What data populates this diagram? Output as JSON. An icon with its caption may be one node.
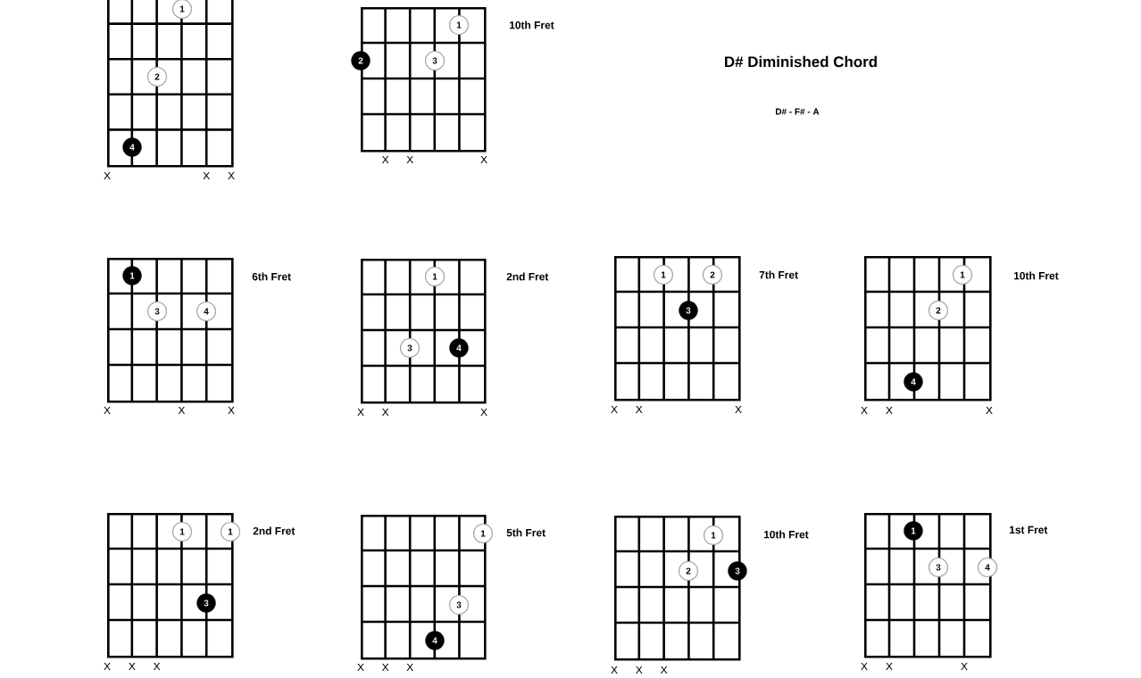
{
  "diagram": {
    "title": "D# Diminished Chord",
    "nodes": [
      {
        "text": [],
        "shape": "grid",
        "beside": [
          "X",
          "X",
          "X"
        ]
      },
      {
        "text": [
          "1"
        ],
        "in": 0
      },
      {
        "text": [
          "2"
        ],
        "in": 0
      },
      {
        "text": [
          "4"
        ],
        "in": 0
      },
      {
        "text": [],
        "shape": "grid",
        "beside": [
          "10th Fret",
          "X",
          "X",
          "X"
        ]
      },
      {
        "text": [
          "1"
        ],
        "in": 4
      },
      {
        "text": [
          "2"
        ],
        "in": 4
      },
      {
        "text": [
          "3"
        ],
        "in": 4
      },
      {
        "text": [],
        "shape": "grid",
        "beside": [
          "6th Fret",
          "X",
          "X",
          "X"
        ]
      },
      {
        "text": [
          "1"
        ],
        "in": 8
      },
      {
        "text": [
          "3"
        ],
        "in": 8
      },
      {
        "text": [
          "4"
        ],
        "in": 8
      },
      {
        "text": [],
        "shape": "grid",
        "beside": [
          "2nd Fret",
          "X",
          "X",
          "X"
        ]
      },
      {
        "text": [
          "1"
        ],
        "in": 12
      },
      {
        "text": [
          "3"
        ],
        "in": 12
      },
      {
        "text": [
          "4"
        ],
        "in": 12
      },
      {
        "text": [],
        "shape": "grid",
        "beside": [
          "7th Fret",
          "X",
          "X",
          "X"
        ]
      },
      {
        "text": [
          "1"
        ],
        "in": 16
      },
      {
        "text": [
          "2"
        ],
        "in": 16
      },
      {
        "text": [
          "3"
        ],
        "in": 16
      },
      {
        "text": [],
        "shape": "grid",
        "beside": [
          "10th Fret",
          "X",
          "X",
          "X"
        ]
      },
      {
        "text": [
          "1"
        ],
        "in": 20
      },
      {
        "text": [
          "2"
        ],
        "in": 20
      },
      {
        "text": [
          "4"
        ],
        "in": 20
      },
      {
        "text": [],
        "shape": "grid",
        "beside": [
          "2nd Fret",
          "X",
          "X",
          "X"
        ]
      },
      {
        "text": [
          "1"
        ],
        "in": 24
      },
      {
        "text": [
          "1"
        ],
        "in": 24
      },
      {
        "text": [
          "3"
        ],
        "in": 24
      },
      {
        "text": [],
        "shape": "grid",
        "beside": [
          "5th Fret",
          "X",
          "X",
          "X"
        ]
      },
      {
        "text": [
          "1"
        ],
        "in": 28
      },
      {
        "text": [
          "3"
        ],
        "in": 28
      },
      {
        "text": [
          "4"
        ],
        "in": 28
      },
      {
        "text": [],
        "shape": "grid",
        "beside": [
          "10th Fret",
          "X",
          "X",
          "X"
        ]
      },
      {
        "text": [
          "1"
        ],
        "in": 32
      },
      {
        "text": [
          "2"
        ],
        "in": 32
      },
      {
        "text": [
          "3"
        ],
        "in": 32
      },
      {
        "text": [],
        "shape": "grid",
        "beside": [
          "1st Fret",
          "X",
          "X",
          "X"
        ]
      },
      {
        "text": [
          "1"
        ],
        "in": 36
      },
      {
        "text": [
          "3"
        ],
        "in": 36
      },
      {
        "text": [
          "4"
        ],
        "in": 36
      }
    ],
    "labels": [
      "D# - F# - A"
    ]
  }
}
